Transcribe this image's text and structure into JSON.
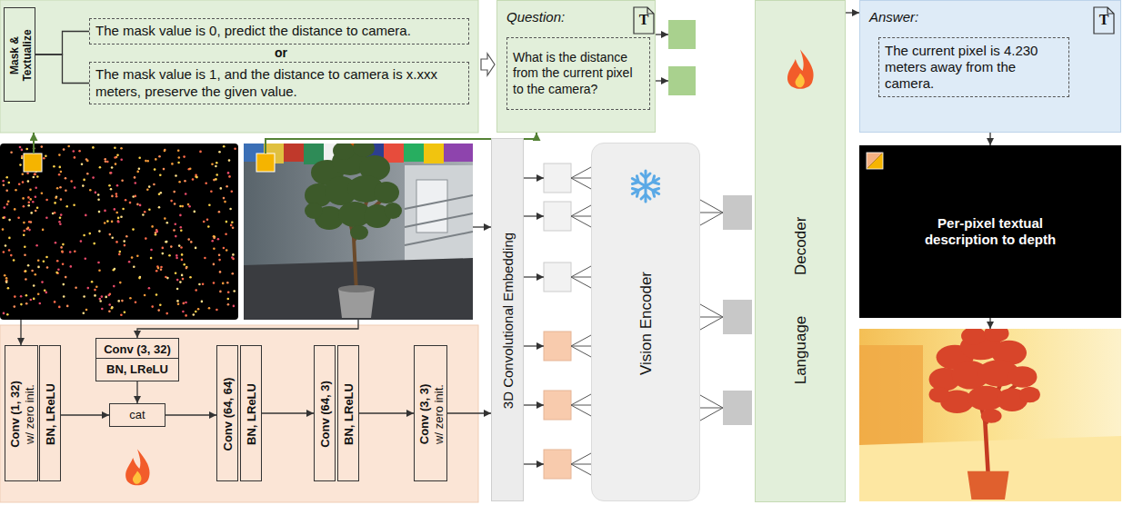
{
  "diagram": {
    "nodes": [
      {
        "text": [
          "Mask & Textualize"
        ]
      },
      {
        "text": [
          "The mask value is 0, predict the distance to camera."
        ]
      },
      {
        "text": [
          "The mask value is 1, and the distance to camera is x.xxx meters, preserve the given value."
        ]
      },
      {
        "text": [
          "Question:"
        ]
      },
      {
        "text": [
          "What is the distance from the current pixel to the camera?"
        ],
        "in": 3
      },
      {
        "text": [
          "Language Decoder"
        ]
      },
      {
        "text": [
          "Answer:"
        ]
      },
      {
        "text": [
          "The current pixel is 4.230 meters away from the camera."
        ],
        "in": 6
      },
      {
        "text": [
          "Per-pixel textual description to depth"
        ]
      },
      {
        "text": [
          "Conv (1, 32)",
          "w/ zero init."
        ]
      },
      {
        "text": [
          "BN, LReLU"
        ]
      },
      {
        "text": [
          "Conv (3, 32)"
        ]
      },
      {
        "text": [
          "BN, LReLU"
        ]
      },
      {
        "text": [
          "cat"
        ]
      },
      {
        "text": [
          "Conv (64, 64)"
        ]
      },
      {
        "text": [
          "BN, LReLU"
        ]
      },
      {
        "text": [
          "Conv (64, 3)"
        ]
      },
      {
        "text": [
          "BN, LReLU"
        ]
      },
      {
        "text": [
          "Conv (3, 3)",
          "w/ zero init."
        ]
      },
      {
        "text": [
          "3D Convolutional Embedding"
        ]
      },
      {
        "text": [
          "Vision Encoder"
        ]
      }
    ],
    "edges": [
      {
        "from": 0,
        "to": 1,
        "arrow": "none"
      },
      {
        "from": 0,
        "to": 2,
        "arrow": "none"
      },
      {
        "from": 5,
        "to": 6,
        "arrow": "to"
      },
      {
        "from": 6,
        "to": 8,
        "arrow": "to"
      },
      {
        "from": 10,
        "to": 13,
        "arrow": "to"
      },
      {
        "from": 12,
        "to": 13,
        "arrow": "to"
      },
      {
        "from": 13,
        "to": 14,
        "arrow": "to"
      },
      {
        "from": 15,
        "to": 16,
        "arrow": "to"
      },
      {
        "from": 17,
        "to": 18,
        "arrow": "to"
      },
      {
        "from": 18,
        "to": 19,
        "arrow": "to"
      }
    ],
    "labels": [
      "or",
      "T",
      "T"
    ]
  }
}
